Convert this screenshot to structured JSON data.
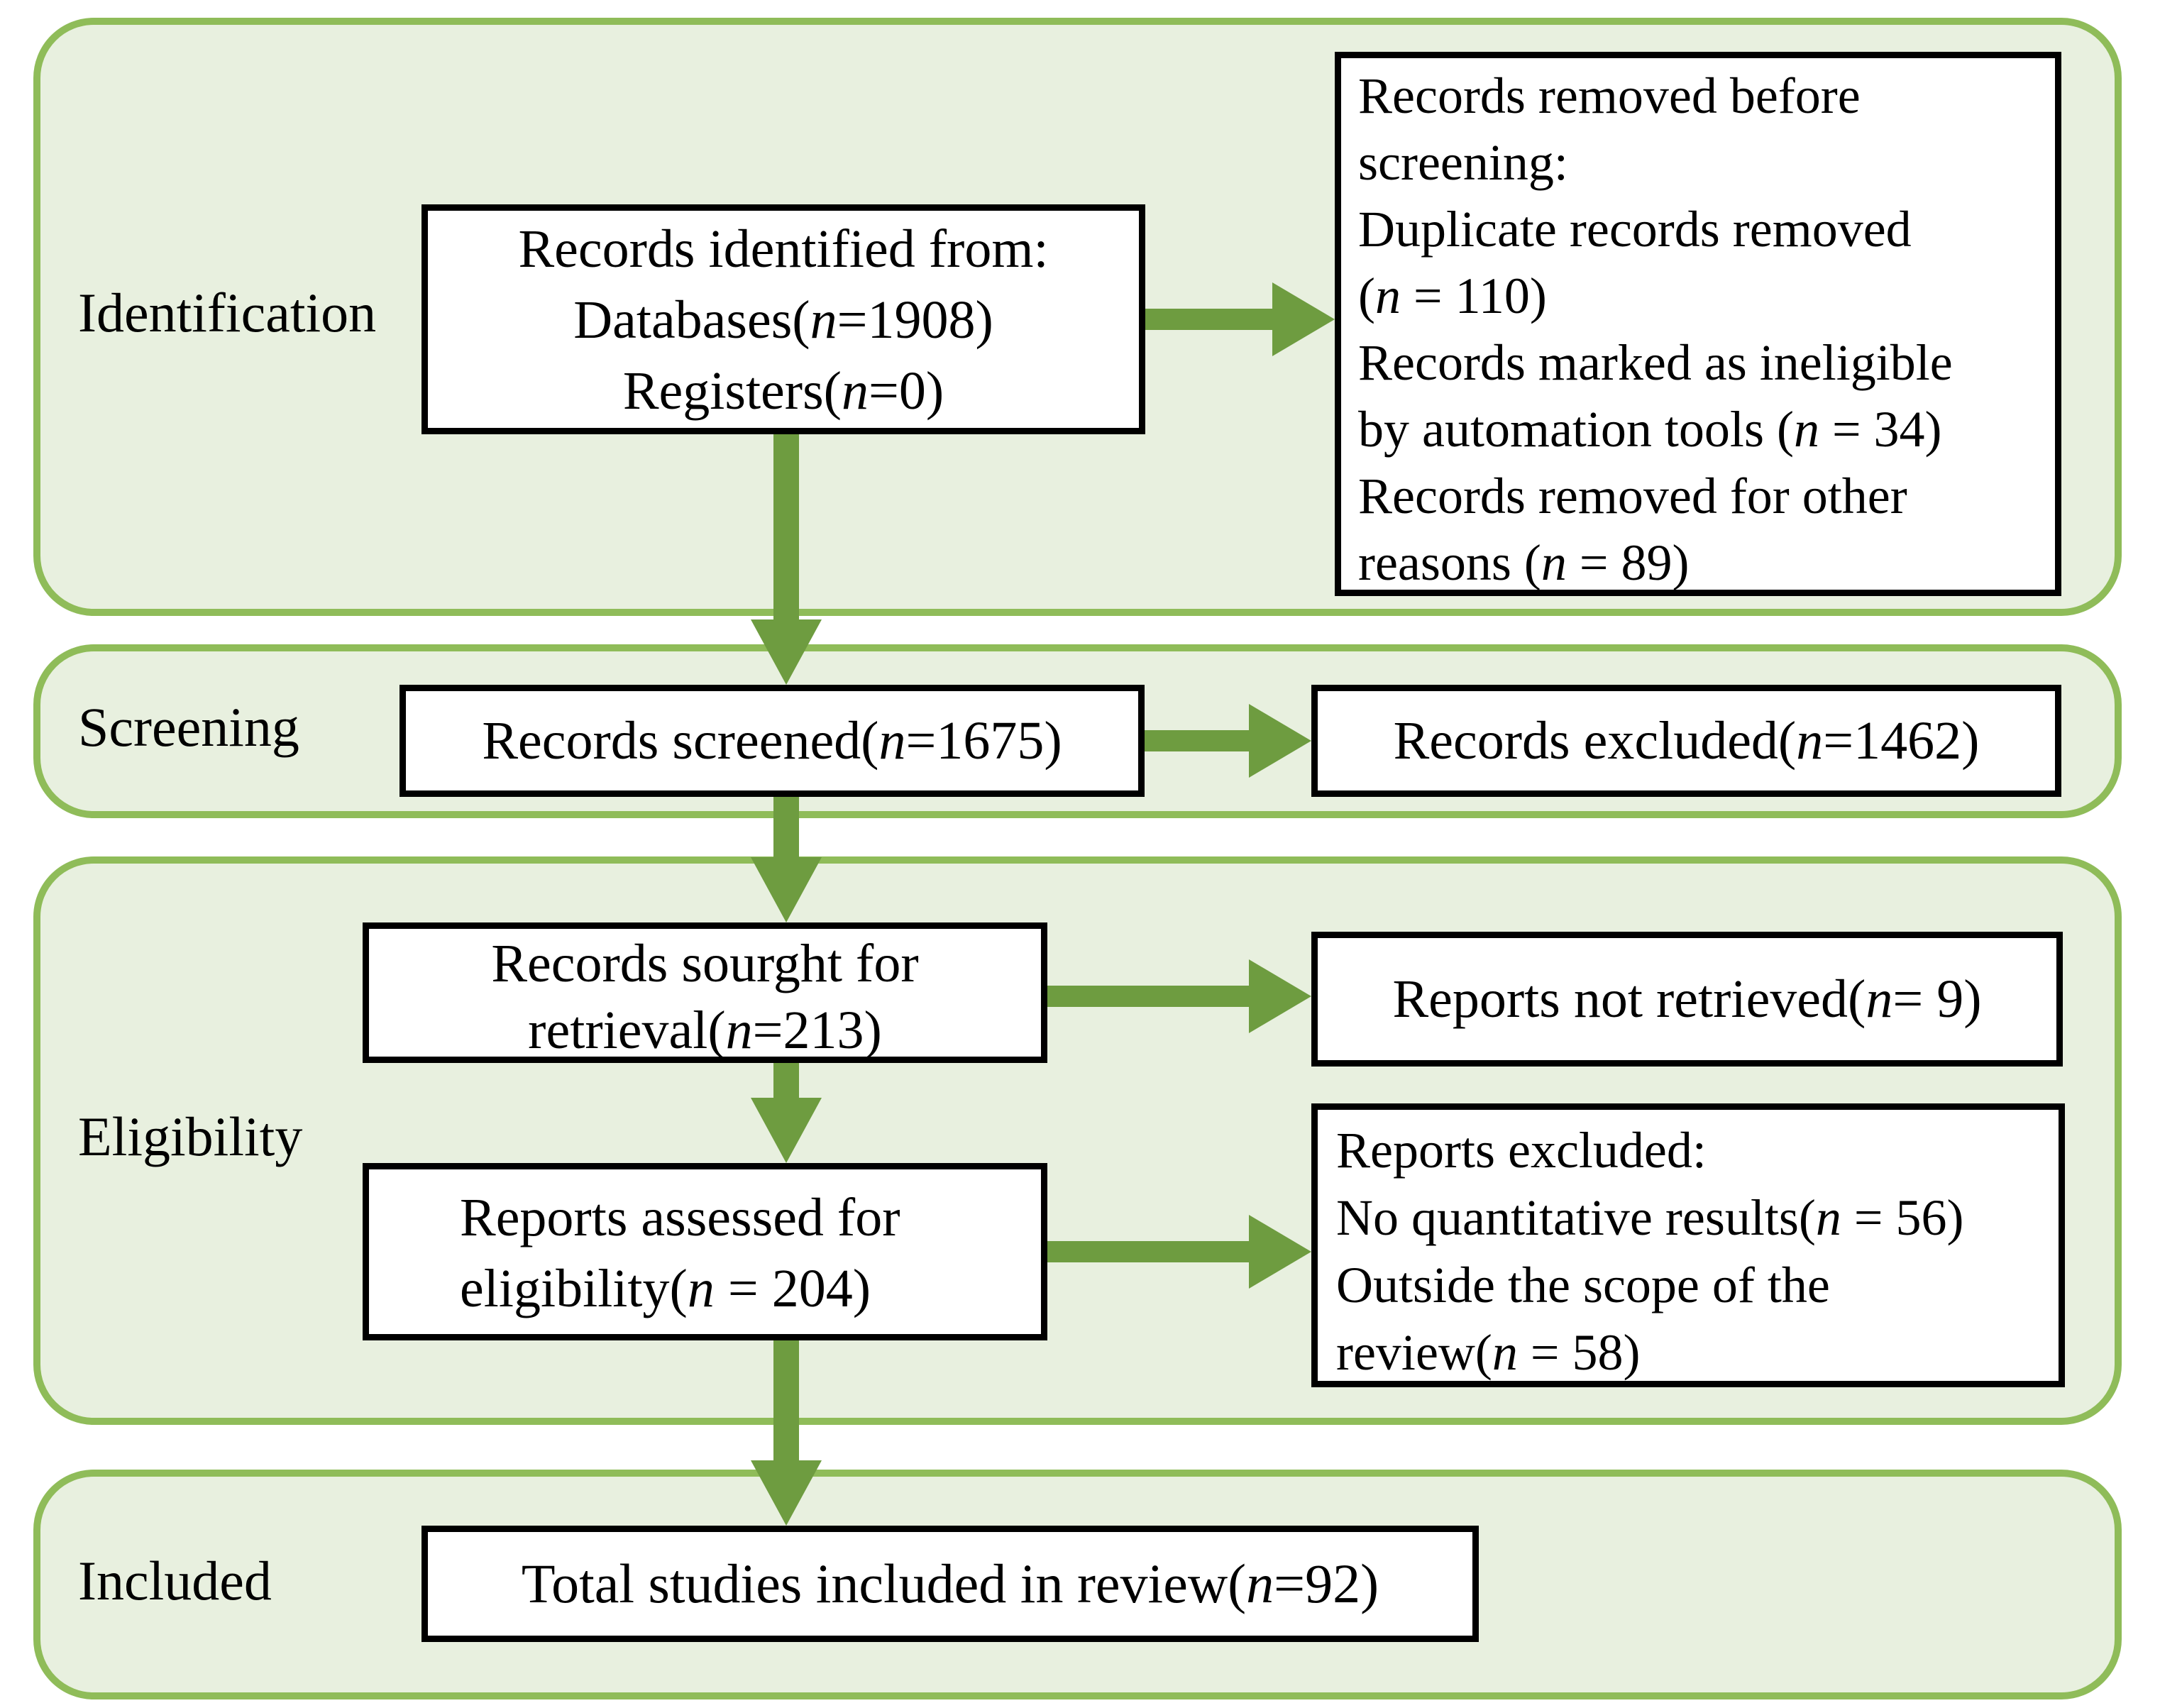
{
  "stages": [
    {
      "label": "Identification"
    },
    {
      "label": "Screening"
    },
    {
      "label": "Eligibility"
    },
    {
      "label": "Included"
    }
  ],
  "boxes": {
    "identified": {
      "lines": [
        "Records identified from:",
        "Databases(n=1908)",
        "Registers(n=0)"
      ]
    },
    "removed_before_screening": {
      "lines": [
        "Records removed before\nscreening:",
        "Duplicate records removed\n(n = 110)",
        "Records marked as ineligible\nby automation tools (n = 34)",
        "Records removed for other\nreasons (n = 89)"
      ]
    },
    "screened": {
      "text": "Records screened(n=1675)"
    },
    "records_excluded": {
      "text": "Records excluded(n=1462)"
    },
    "sought": {
      "text": "Records sourght for\nretrieval(n=213)"
    },
    "not_retrieved": {
      "text": "Reports not retrieved(n = 9)"
    },
    "assessed": {
      "text": "Reports assessed for\neligibility(n = 204)"
    },
    "reports_excluded": {
      "lines": [
        "Reports excluded:",
        "No quantitative results(n = 56)",
        "Outside the scope of the\nreview(n = 58)"
      ]
    },
    "included_total": {
      "text": "Total studies included in review(n=92)"
    }
  },
  "colors": {
    "band_fill": "#e8f0df",
    "band_border": "#8fbc59",
    "arrow_green": "#6e9c40",
    "box_border": "#000000",
    "text": "#000000"
  }
}
